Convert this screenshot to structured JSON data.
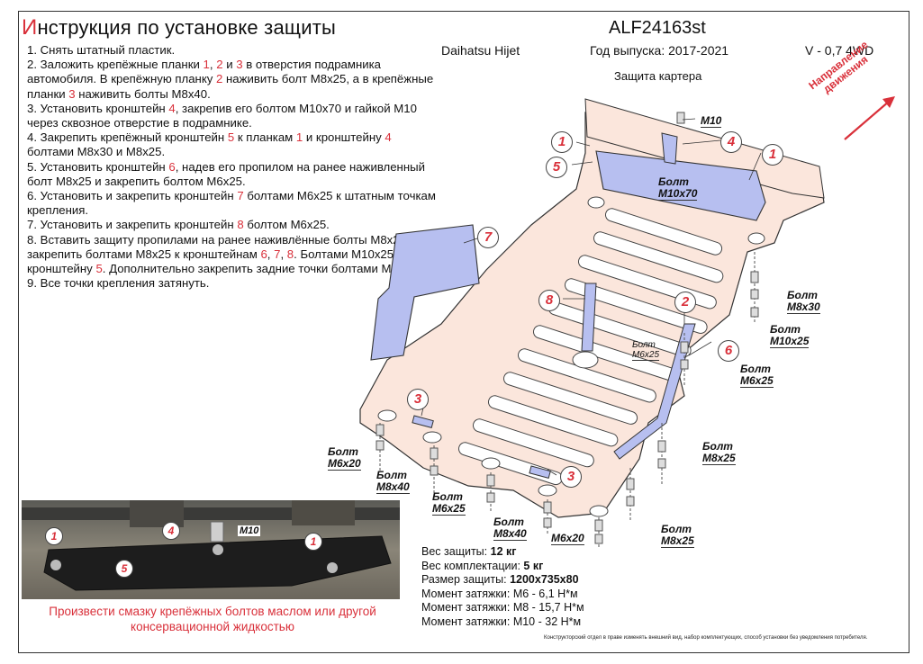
{
  "header": {
    "title_first": "И",
    "title_rest": "нструкция по установке защиты",
    "article": "ALF24163st",
    "model": "Daihatsu Hijet",
    "years": "Год выпуска: 2017-2021",
    "version": "V - 0,7 4WD"
  },
  "steps": [
    [
      "1. Снять штатный пластик."
    ],
    [
      "2. Заложить крепёжные планки ",
      {
        "n": "1"
      },
      ", ",
      {
        "n": "2"
      },
      " и ",
      {
        "n": "3"
      },
      " в отверстия подрамника автомобиля. В крепёжную планку ",
      {
        "n": "2"
      },
      " наживить болт М8х25, а в крепёжные планки ",
      {
        "n": "3"
      },
      " наживить болты М8х40."
    ],
    [
      "3. Установить кронштейн ",
      {
        "n": "4"
      },
      ", закрепив его болтом М10х70 и гайкой М10 через сквозное отверстие в подрамнике."
    ],
    [
      "4. Закрепить крепёжный кронштейн ",
      {
        "n": "5"
      },
      " к планкам ",
      {
        "n": "1"
      },
      " и кронштейну ",
      {
        "n": "4"
      },
      " болтами М8х30 и М8х25."
    ],
    [
      "5. Установить кронштейн ",
      {
        "n": "6"
      },
      ", надев его пропилом на ранее наживленный болт М8х25 и закрепить болтом М6х25."
    ],
    [
      "6. Установить и закрепить кронштейн ",
      {
        "n": "7"
      },
      " болтами М6х25 к штатным точкам крепления."
    ],
    [
      "7. Установить и закрепить кронштейн ",
      {
        "n": "8"
      },
      " болтом М6х25."
    ],
    [
      "8. Вставить защиту пропилами на ранее наживлённые болты М8х25, закрепить болтами М8х25 к кронштейнам ",
      {
        "n": "6"
      },
      ", ",
      {
        "n": "7"
      },
      ", ",
      {
        "n": "8"
      },
      ". Болтами М10х25 к кронштейну ",
      {
        "n": "5"
      },
      ". Дополнительно закрепить задние точки болтами М6х20."
    ],
    [
      "9. Все точки крепления затянуть."
    ]
  ],
  "diagram": {
    "protection_caption": "Защита картера",
    "direction_line1": "Направление",
    "direction_line2": "движения",
    "bolt_word": "Болт",
    "m10_label": "М10",
    "bolts": {
      "m10x70": "М10х70",
      "m8x30": "М8х30",
      "m10x25": "М10х25",
      "m6x25_right": "М6х25",
      "m6x25_center": "М6х25",
      "m8x25_right": "М8х25",
      "m8x25_bottom": "М8х25",
      "m6x20_left": "М6х20",
      "m8x40_left": "М8х40",
      "m6x25_bottom": "М6х25",
      "m8x40_bottom": "М8х40",
      "m6x20_bottom": "М6х20"
    },
    "callouts": {
      "c1a": "1",
      "c5": "5",
      "c4": "4",
      "c1b": "1",
      "c7": "7",
      "c8": "8",
      "c2": "2",
      "c6": "6",
      "c3a": "3",
      "c3b": "3"
    }
  },
  "photo": {
    "m10_label": "М10",
    "callouts": {
      "p1a": "1",
      "p4": "4",
      "p1b": "1",
      "p5": "5"
    }
  },
  "warning": "Произвести смазку крепёжных болтов маслом или другой консервационной жидкостью",
  "specs": {
    "weight_label": "Вес защиты:",
    "weight_value": "12 кг",
    "kit_label": "Вес комплектации:",
    "kit_value": "5 кг",
    "size_label": "Размер защиты:",
    "size_value": "1200х735х80",
    "torque_m6": "Момент затяжки: М6 - 6,1 Н*м",
    "torque_m8": "Момент затяжки: М8 - 15,7 Н*м",
    "torque_m10": "Момент затяжки: М10 - 32 Н*м"
  },
  "disclaimer": "Конструкторский отдел в праве изменять внешний вид, набор комплектующих, способ установки без уведомления потребителя.",
  "colors": {
    "accent_red": "#d9303a",
    "plate_fill": "#fbe6dc",
    "bracket_fill": "#b7bff0",
    "frame": "#333333"
  }
}
